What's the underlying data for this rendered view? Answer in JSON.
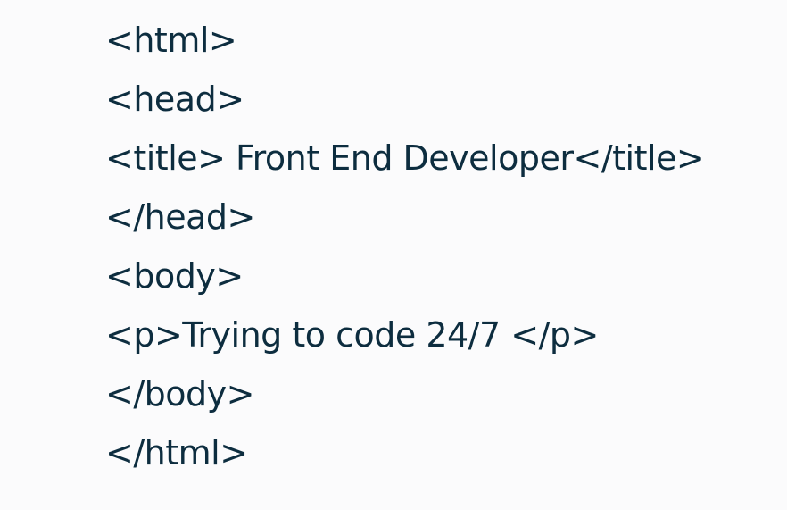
{
  "code": {
    "lines": [
      "<html>",
      "<head>",
      "<title> Front End Developer</title>",
      "</head>",
      "<body>",
      "<p>Trying to code 24/7 </p>",
      "</body>",
      "</html>"
    ]
  },
  "colors": {
    "text": "#0d2d3f",
    "background": "#fbfbfc"
  }
}
